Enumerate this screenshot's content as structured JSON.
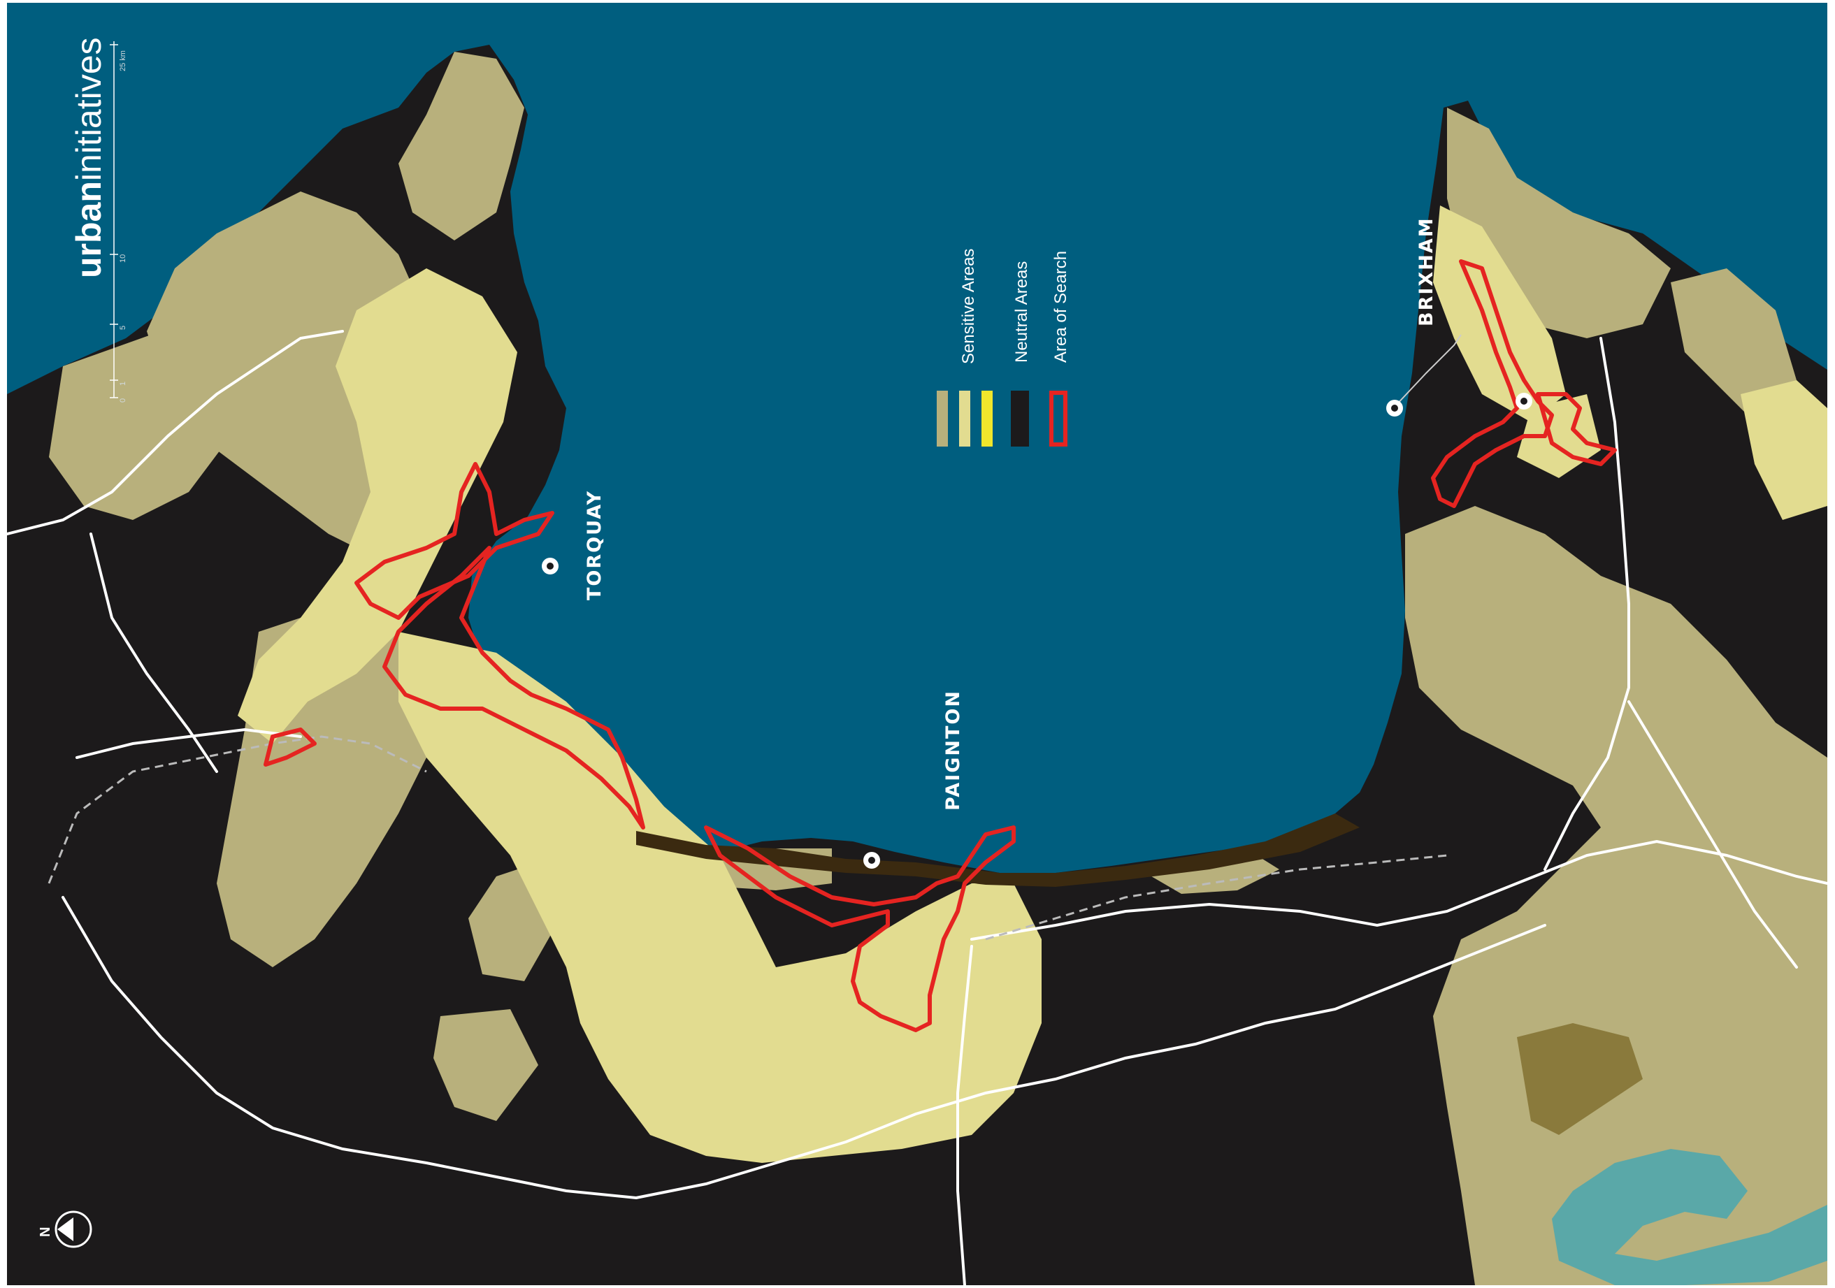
{
  "brand": {
    "bold": "urban",
    "light": "initiatives"
  },
  "scale_bar": {
    "ticks": [
      "0",
      "1",
      "5",
      "10",
      "25 km"
    ]
  },
  "towns": [
    {
      "id": "torquay",
      "name": "TORQUAY"
    },
    {
      "id": "paignton",
      "name": "PAIGNTON"
    },
    {
      "id": "brixham",
      "name": "BRIXHAM"
    }
  ],
  "legend": {
    "items": [
      {
        "label": "Sensitive Areas",
        "swatches": [
          "#b8b07c",
          "#e2dc90",
          "#f0e62c"
        ]
      },
      {
        "label": "Neutral Areas",
        "swatches": [
          "#1c1a1b"
        ]
      },
      {
        "label": "Area of Search",
        "swatches": [
          "outline:#e52421"
        ]
      }
    ]
  },
  "north_arrow": {
    "label": "N"
  },
  "colors": {
    "sea": "#005e7f",
    "land_neutral": "#1c1a1b",
    "sensitive_dark": "#b8b07c",
    "sensitive_light": "#e2dc90",
    "sensitive_bright": "#f0e62c",
    "area_of_search": "#e52421",
    "roads": "#ffffff",
    "estuary": "#5aa8a8"
  }
}
